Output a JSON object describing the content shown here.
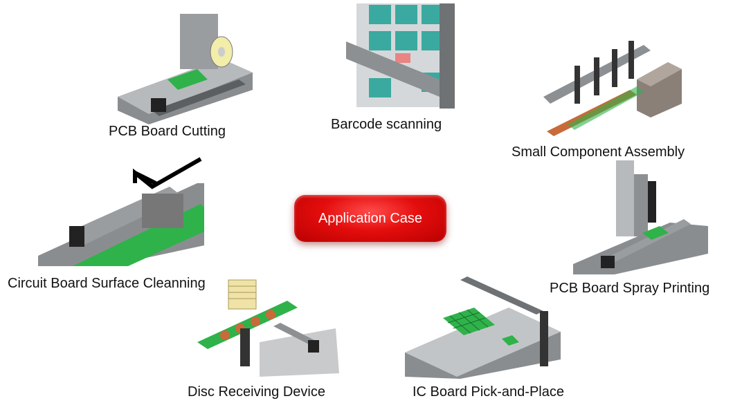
{
  "center": {
    "label": "Application Case"
  },
  "cases": [
    {
      "label": "PCB Board Cutting"
    },
    {
      "label": "Barcode scanning"
    },
    {
      "label": "Small Component Assembly"
    },
    {
      "label": "Circuit Board Surface Cleanning"
    },
    {
      "label": "PCB Board Spray Printing"
    },
    {
      "label": "Disc Receiving Device"
    },
    {
      "label": "IC Board Pick-and-Place"
    }
  ],
  "colors": {
    "accent": "#e40d0d",
    "pcb_green": "#2fb24a",
    "bed_gray": "#8a8d90",
    "case_teal": "#3aa99f",
    "copper": "#c86a3a"
  }
}
